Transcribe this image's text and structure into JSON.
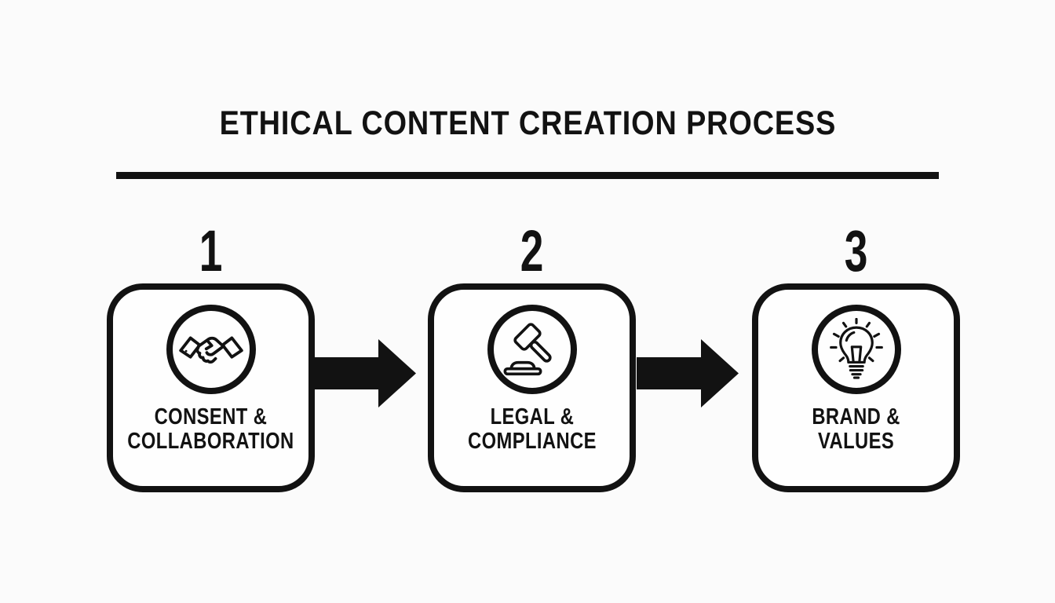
{
  "title": "ETHICAL CONTENT CREATION PROCESS",
  "steps": [
    {
      "number": "1",
      "icon": "handshake-icon",
      "label_lines": [
        "CONSENT &",
        "COLLABORATION"
      ]
    },
    {
      "number": "2",
      "icon": "gavel-icon",
      "label_lines": [
        "LEGAL &",
        "COMPLIANCE"
      ]
    },
    {
      "number": "3",
      "icon": "lightbulb-icon",
      "label_lines": [
        "BRAND &",
        "VALUES"
      ]
    }
  ],
  "colors": {
    "background": "#fbfbfb",
    "ink": "#121212",
    "box_fill": "#fefefe"
  }
}
